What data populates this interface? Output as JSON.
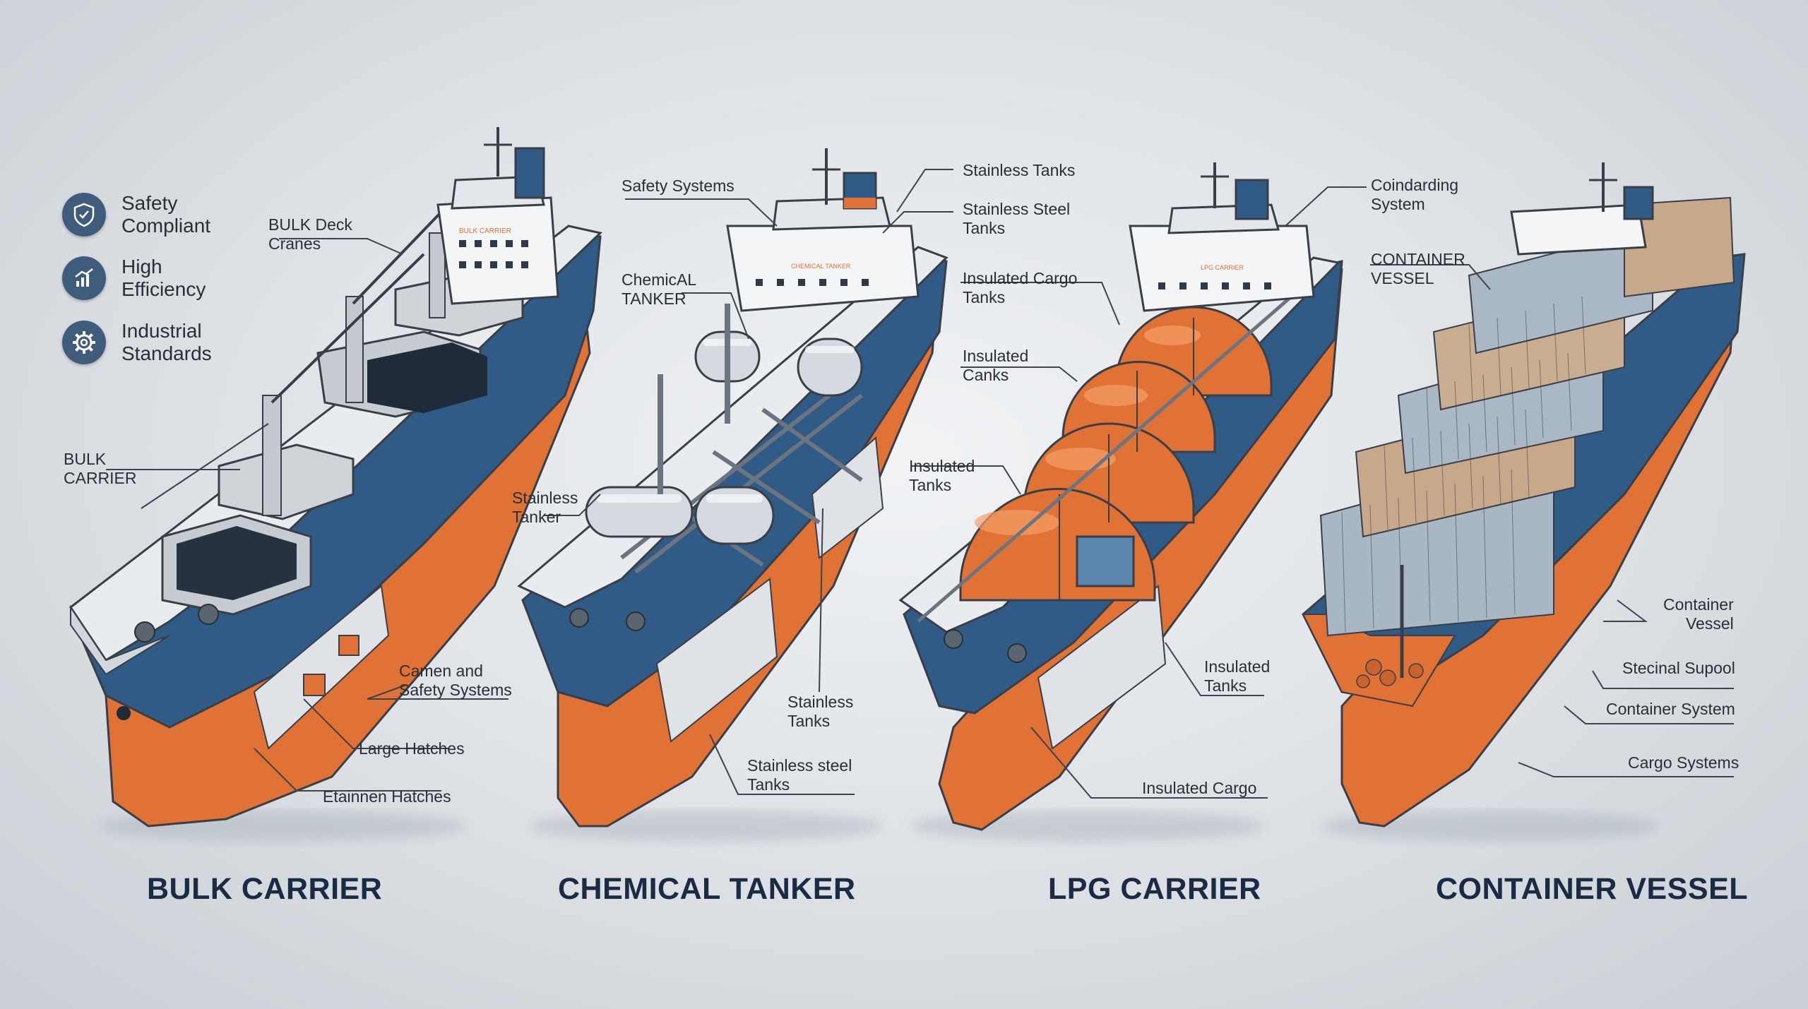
{
  "colors": {
    "hull_blue": "#2f5b86",
    "hull_orange": "#e07236",
    "deck": "#e9ecef",
    "title": "#1b2b44"
  },
  "badges": [
    {
      "icon": "shield-check-icon",
      "text": "Safety\nCompliant"
    },
    {
      "icon": "chart-growth-icon",
      "text": "High\nEfficiency"
    },
    {
      "icon": "gear-icon",
      "text": "Industrial\nStandards"
    }
  ],
  "ships": [
    {
      "title": "BULK CARRIER",
      "bridge_text": "BULK CARRIER",
      "labels": [
        "BULK Deck\nCranes",
        "BULK\nCARRIER",
        "Camen and\nSafety Systems",
        "Large Hatches",
        "Etainnen Hatches"
      ]
    },
    {
      "title": "CHEMICAL TANKER",
      "bridge_text": "CHEMICAL TANKER",
      "labels": [
        "Safety Systems",
        "ChemicAL\nTANKER",
        "Stainless\nTanker",
        "Stainless Tanks",
        "Stainless Steel\nTanks",
        "Stainless\nTanks",
        "Stainless steel\nTanks"
      ]
    },
    {
      "title": "LPG CARRIER",
      "bridge_text": "LPG CARRIER",
      "labels": [
        "Insulated Cargo\nTanks",
        "Insulated\nCanks",
        "Insulated\nTanks",
        "Insulated\nTanks",
        "Insulated Cargo"
      ]
    },
    {
      "title": "CONTAINER VESSEL",
      "labels": [
        "Coindarding\nSystem",
        "CONTAINER\nVESSEL",
        "Container\nVessel",
        "Stecinal Supool",
        "Container System",
        "Cargo Systems"
      ]
    }
  ]
}
